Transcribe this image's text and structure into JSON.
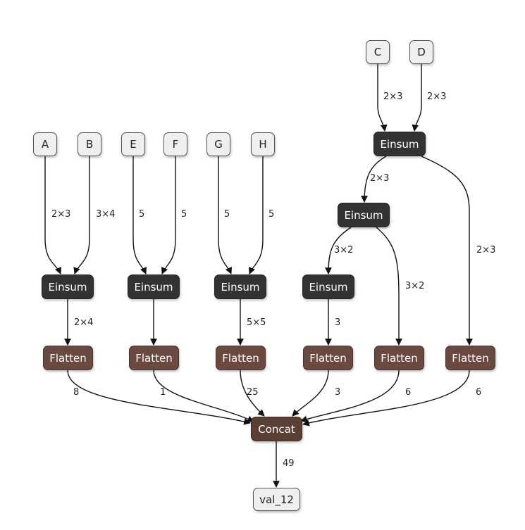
{
  "nodes": [
    {
      "id": "A",
      "label": "A",
      "kind": "input"
    },
    {
      "id": "B",
      "label": "B",
      "kind": "input"
    },
    {
      "id": "E",
      "label": "E",
      "kind": "input"
    },
    {
      "id": "F",
      "label": "F",
      "kind": "input"
    },
    {
      "id": "G",
      "label": "G",
      "kind": "input"
    },
    {
      "id": "H",
      "label": "H",
      "kind": "input"
    },
    {
      "id": "C",
      "label": "C",
      "kind": "input"
    },
    {
      "id": "D",
      "label": "D",
      "kind": "input"
    },
    {
      "id": "einsum_cd",
      "label": "Einsum",
      "kind": "einsum"
    },
    {
      "id": "einsum_mid",
      "label": "Einsum",
      "kind": "einsum"
    },
    {
      "id": "einsum_ab",
      "label": "Einsum",
      "kind": "einsum"
    },
    {
      "id": "einsum_ef",
      "label": "Einsum",
      "kind": "einsum"
    },
    {
      "id": "einsum_gh",
      "label": "Einsum",
      "kind": "einsum"
    },
    {
      "id": "einsum_low",
      "label": "Einsum",
      "kind": "einsum"
    },
    {
      "id": "flatten_1",
      "label": "Flatten",
      "kind": "flatten"
    },
    {
      "id": "flatten_2",
      "label": "Flatten",
      "kind": "flatten"
    },
    {
      "id": "flatten_3",
      "label": "Flatten",
      "kind": "flatten"
    },
    {
      "id": "flatten_4",
      "label": "Flatten",
      "kind": "flatten"
    },
    {
      "id": "flatten_5",
      "label": "Flatten",
      "kind": "flatten"
    },
    {
      "id": "flatten_6",
      "label": "Flatten",
      "kind": "flatten"
    },
    {
      "id": "concat",
      "label": "Concat",
      "kind": "concat"
    },
    {
      "id": "val_12",
      "label": "val_12",
      "kind": "output"
    }
  ],
  "edges": [
    {
      "from": "C",
      "to": "einsum_cd",
      "label": "2×3"
    },
    {
      "from": "D",
      "to": "einsum_cd",
      "label": "2×3"
    },
    {
      "from": "einsum_cd",
      "to": "einsum_mid",
      "label": "2×3"
    },
    {
      "from": "einsum_cd",
      "to": "flatten_6",
      "label": "2×3"
    },
    {
      "from": "einsum_mid",
      "to": "einsum_low",
      "label": "3×2"
    },
    {
      "from": "einsum_mid",
      "to": "flatten_5",
      "label": "3×2"
    },
    {
      "from": "A",
      "to": "einsum_ab",
      "label": "2×3"
    },
    {
      "from": "B",
      "to": "einsum_ab",
      "label": "3×4"
    },
    {
      "from": "E",
      "to": "einsum_ef",
      "label": "5"
    },
    {
      "from": "F",
      "to": "einsum_ef",
      "label": "5"
    },
    {
      "from": "G",
      "to": "einsum_gh",
      "label": "5"
    },
    {
      "from": "H",
      "to": "einsum_gh",
      "label": "5"
    },
    {
      "from": "einsum_ab",
      "to": "flatten_1",
      "label": "2×4"
    },
    {
      "from": "einsum_ef",
      "to": "flatten_2",
      "label": ""
    },
    {
      "from": "einsum_gh",
      "to": "flatten_3",
      "label": "5×5"
    },
    {
      "from": "einsum_low",
      "to": "flatten_4",
      "label": "3"
    },
    {
      "from": "flatten_1",
      "to": "concat",
      "label": "8"
    },
    {
      "from": "flatten_2",
      "to": "concat",
      "label": "1"
    },
    {
      "from": "flatten_3",
      "to": "concat",
      "label": "25"
    },
    {
      "from": "flatten_4",
      "to": "concat",
      "label": "3"
    },
    {
      "from": "flatten_5",
      "to": "concat",
      "label": "6"
    },
    {
      "from": "flatten_6",
      "to": "concat",
      "label": "6"
    },
    {
      "from": "concat",
      "to": "val_12",
      "label": "49"
    }
  ]
}
